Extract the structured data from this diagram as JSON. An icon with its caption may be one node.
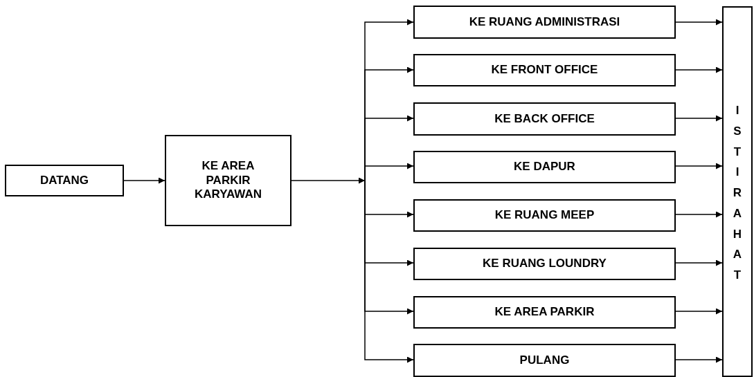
{
  "diagram": {
    "nodes": [
      {
        "text": [
          "DATANG"
        ]
      },
      {
        "text": [
          "KE AREA PARKIR KARYAWAN"
        ]
      },
      {
        "text": [
          "KE RUANG ADMINISTRASI"
        ]
      },
      {
        "text": [
          "KE FRONT OFFICE"
        ]
      },
      {
        "text": [
          "KE BACK OFFICE"
        ]
      },
      {
        "text": [
          "KE DAPUR"
        ]
      },
      {
        "text": [
          "KE RUANG MEEP"
        ]
      },
      {
        "text": [
          "KE RUANG LOUNDRY"
        ]
      },
      {
        "text": [
          "KE AREA PARKIR"
        ]
      },
      {
        "text": [
          "PULANG"
        ]
      },
      {
        "text": [
          "ISTIRAHAT"
        ]
      }
    ],
    "edges": [
      {
        "from": 0,
        "to": 1,
        "arrow": "to"
      },
      {
        "from": 1,
        "to": 2,
        "arrow": "to"
      },
      {
        "from": 1,
        "to": 3,
        "arrow": "to"
      },
      {
        "from": 1,
        "to": 4,
        "arrow": "to"
      },
      {
        "from": 1,
        "to": 5,
        "arrow": "to"
      },
      {
        "from": 1,
        "to": 6,
        "arrow": "to"
      },
      {
        "from": 1,
        "to": 7,
        "arrow": "to"
      },
      {
        "from": 1,
        "to": 8,
        "arrow": "to"
      },
      {
        "from": 1,
        "to": 9,
        "arrow": "to"
      },
      {
        "from": 2,
        "to": 10,
        "arrow": "to"
      },
      {
        "from": 3,
        "to": 10,
        "arrow": "to"
      },
      {
        "from": 4,
        "to": 10,
        "arrow": "to"
      },
      {
        "from": 5,
        "to": 10,
        "arrow": "to"
      },
      {
        "from": 6,
        "to": 10,
        "arrow": "to"
      },
      {
        "from": 7,
        "to": 10,
        "arrow": "to"
      },
      {
        "from": 8,
        "to": 10,
        "arrow": "to"
      },
      {
        "from": 9,
        "to": 10,
        "arrow": "to"
      }
    ]
  }
}
